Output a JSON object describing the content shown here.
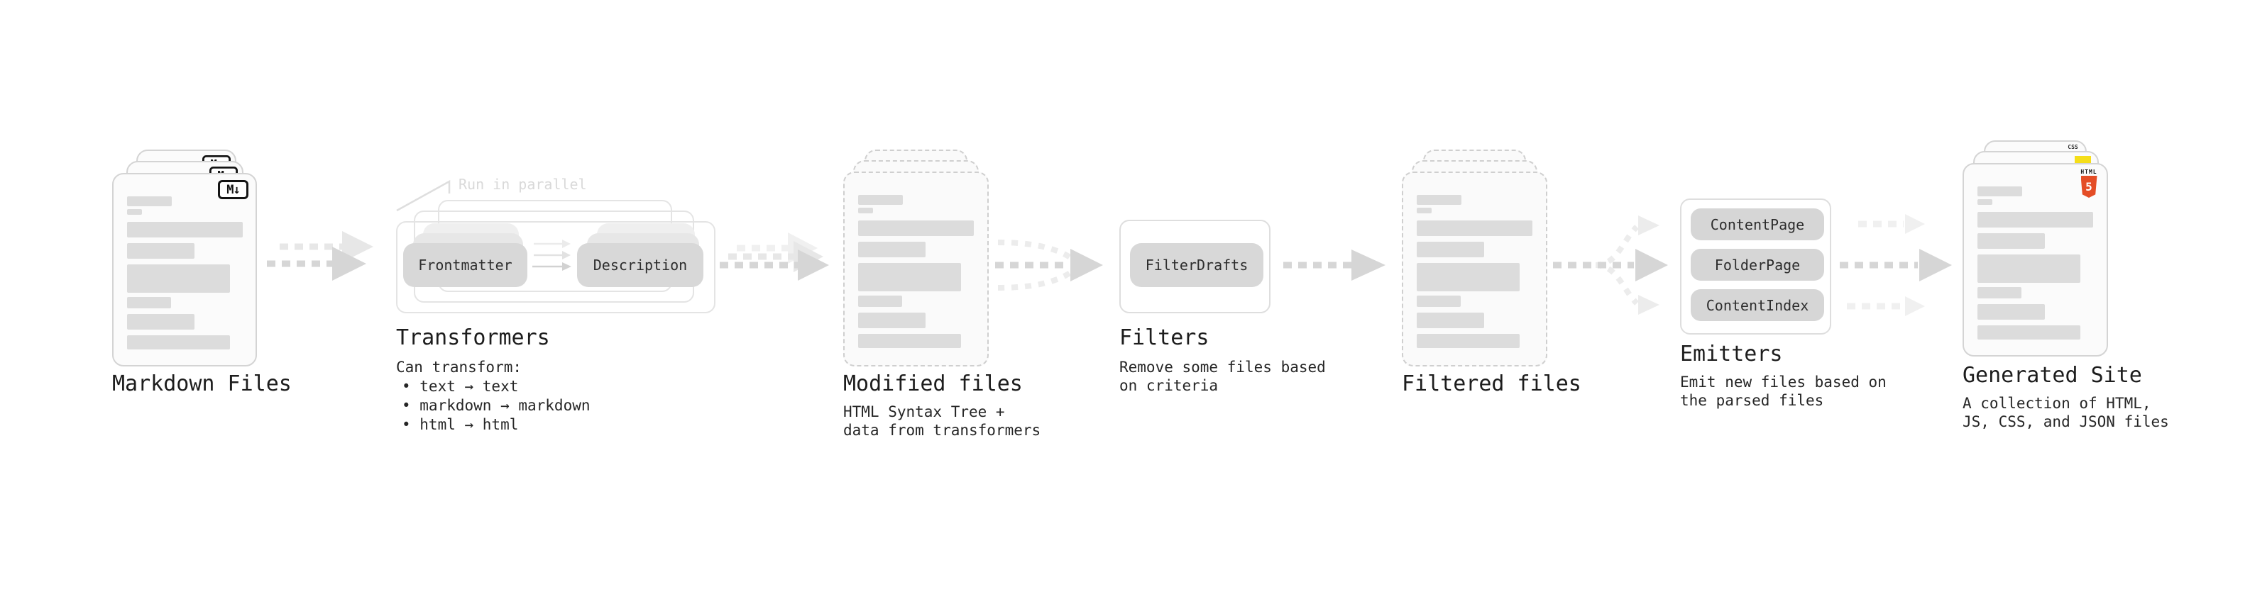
{
  "icons": {
    "markdown_label": "M↓",
    "html5_word": "HTML",
    "html5_number": "5",
    "css_word": "CSS"
  },
  "sections": {
    "markdown_files": {
      "heading": "Markdown Files"
    },
    "transformers": {
      "heading": "Transformers",
      "note": "Run in parallel",
      "pills": [
        "Frontmatter",
        "Description"
      ],
      "subtitle": "Can transform:",
      "bullets": [
        "• text → text",
        "• markdown → markdown",
        "• html → html"
      ]
    },
    "modified_files": {
      "heading": "Modified files",
      "subtitle": "HTML Syntax Tree +\ndata from transformers"
    },
    "filters": {
      "heading": "Filters",
      "pills": [
        "FilterDrafts"
      ],
      "subtitle": "Remove some files based\non criteria"
    },
    "filtered_files": {
      "heading": "Filtered files"
    },
    "emitters": {
      "heading": "Emitters",
      "pills": [
        "ContentPage",
        "FolderPage",
        "ContentIndex"
      ],
      "subtitle": "Emit new files based on\nthe parsed files"
    },
    "generated_site": {
      "heading": "Generated Site",
      "subtitle": "A collection of HTML,\nJS, CSS, and JSON files"
    }
  },
  "colors": {
    "html5_orange": "#e44d26",
    "js_yellow": "#f5de19",
    "css_blue": "#2b5ce5",
    "card_border": "#d4d4d4",
    "dashed_border": "#cfcfcf",
    "bar_gray": "#dcdcdc",
    "pill_gray": "#d8d8d8",
    "arrow_gray": "#d6d6d6",
    "arrow_light": "#ededed",
    "note_gray": "#d9d9d9",
    "text_dark": "#1d1d1d"
  }
}
